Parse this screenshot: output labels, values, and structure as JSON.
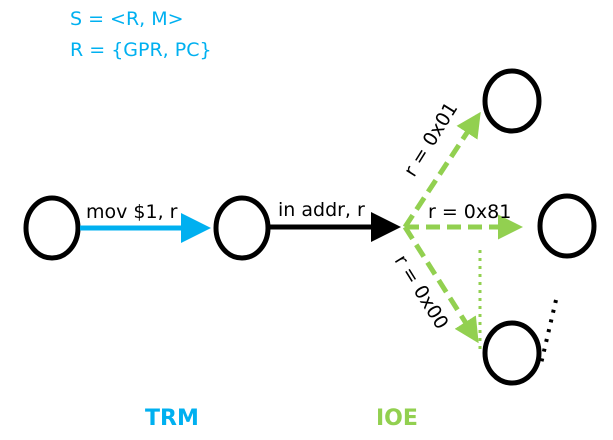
{
  "definitions": {
    "state": "S = <R, M>",
    "registers": "R = {GPR, PC}"
  },
  "edges": {
    "mov": "mov $1, r",
    "in": "in addr, r",
    "r01": "r = 0x01",
    "r81": "r = 0x81",
    "r00": "r = 0x00"
  },
  "sections": {
    "trm": "TRM",
    "ioe": "IOE"
  },
  "colors": {
    "blue": "#00b0f0",
    "green": "#92d050",
    "black": "#000000"
  }
}
